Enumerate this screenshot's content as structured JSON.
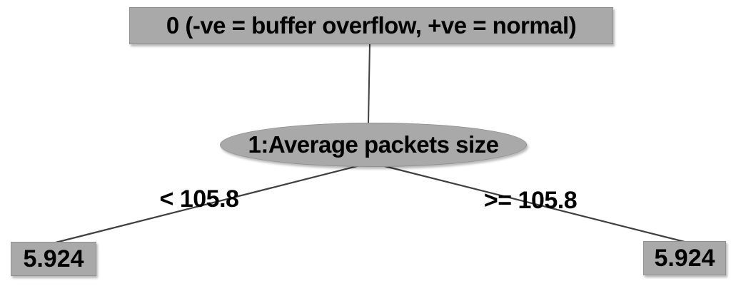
{
  "tree": {
    "root": {
      "label": "0 (-ve = buffer overflow, +ve = normal)"
    },
    "split": {
      "label": "1:Average packets size"
    },
    "branches": {
      "left": {
        "condition": "< 105.8",
        "leaf_value": "5.924"
      },
      "right": {
        "condition": ">= 105.8",
        "leaf_value": "5.924"
      }
    },
    "colors": {
      "node_fill": "#a9a9a9",
      "node_border": "#919191",
      "edge": "#404040",
      "text": "#000000"
    }
  }
}
